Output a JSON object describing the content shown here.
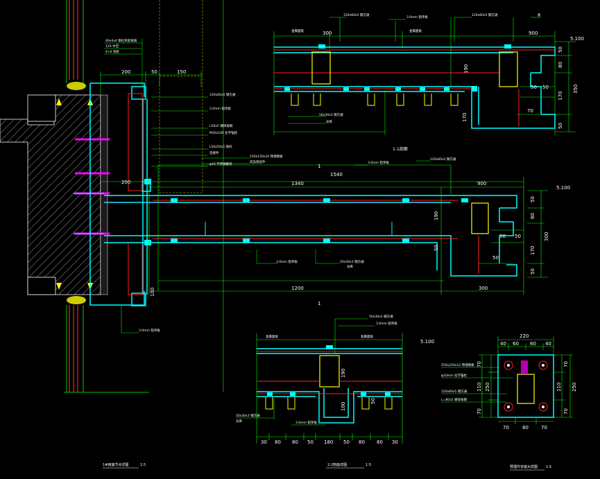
{
  "colors": {
    "background": "#000000",
    "dimension_lines": "#00ff00",
    "profiles": "#00ffff",
    "steel": "#ffff00",
    "anchors": "#ff00ff",
    "concrete": "#ffffff",
    "sealant": "#ff2020",
    "hidden": "#8a8a00"
  },
  "main_section": {
    "dims_top": [
      "200",
      "50",
      "150"
    ],
    "dim_200_left": "200",
    "dim_1540": "1540",
    "dim_1340": "1340",
    "dim_900": "900",
    "dim_1200": "1200",
    "dim_300_bottom": "300",
    "dim_100": "100",
    "right_dims": [
      "50",
      "80",
      "170",
      "50"
    ],
    "right_total": "300",
    "level": "5.100",
    "marker_1_top": "1",
    "marker_1_bottom": "1"
  },
  "section_1_1": {
    "title": "1-1剖面",
    "dims_top": [
      "300",
      "900"
    ],
    "level": "5.100",
    "right_dims": [
      "50",
      "80",
      "170",
      "50"
    ],
    "right_total": "350",
    "mid_dims": [
      "50",
      "50"
    ],
    "dim_170": "170",
    "dim_190": "190",
    "dim_70": "70"
  },
  "section_2": {
    "level": "5.100",
    "bottom_dims": [
      "30",
      "80",
      "80",
      "50",
      "180",
      "50",
      "80",
      "80",
      "30"
    ],
    "dim_190": "190",
    "dim_100": "100",
    "dim_50": "50"
  },
  "plate_detail": {
    "top_dims": [
      "60",
      "60"
    ],
    "top_dims_outer": [
      "40",
      "40"
    ],
    "top_total": "220",
    "left_dims": [
      "70",
      "110",
      "70"
    ],
    "right_dims": [
      "70",
      "110",
      "70"
    ],
    "left_total": "250",
    "right_total": "250",
    "bottom_dims": [
      "70",
      "80",
      "70"
    ]
  },
  "titles": {
    "main": "1#雨篷节点详图",
    "main_scale": "1:5",
    "section2": "2-2剖面详图",
    "section2_scale": "1:5",
    "plate": "预埋件安装大样图",
    "plate_scale": "1:5"
  }
}
